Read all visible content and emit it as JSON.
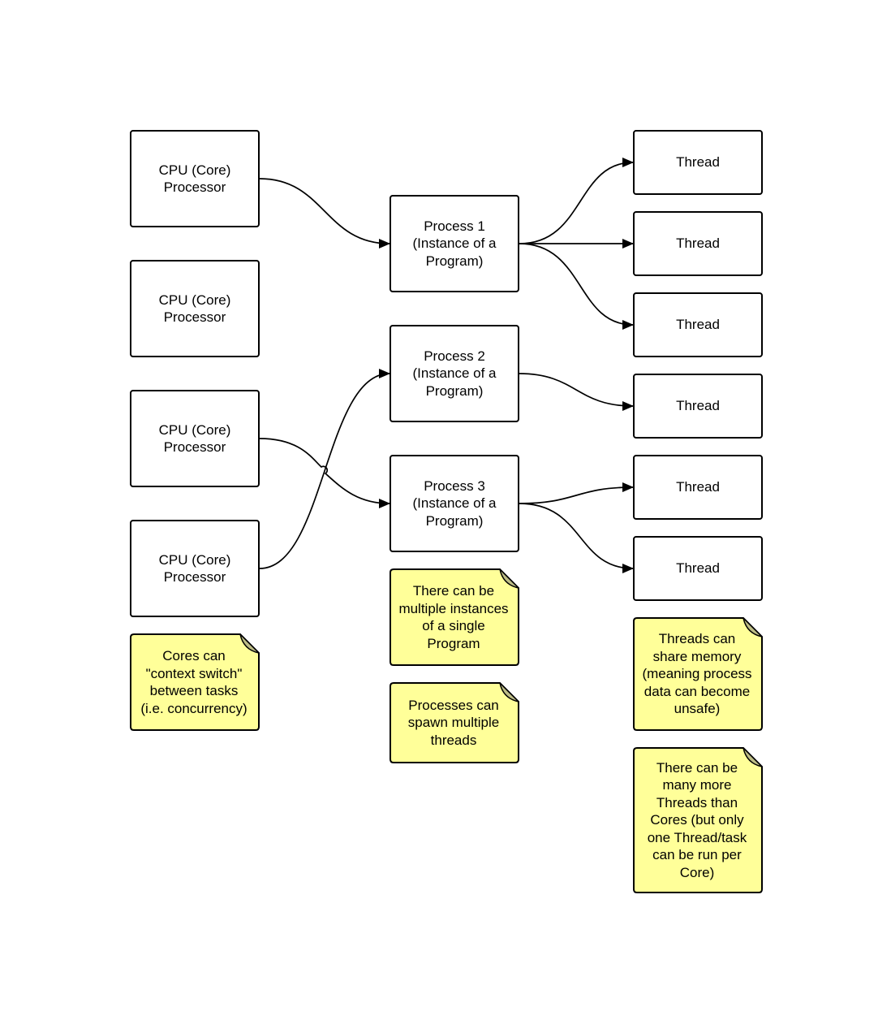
{
  "colors": {
    "stroke": "#000000",
    "box_fill": "#ffffff",
    "note_fill": "#ffff99",
    "note_fold": "#bdbd86"
  },
  "cpus": [
    {
      "label": "CPU (Core)\nProcessor"
    },
    {
      "label": "CPU (Core)\nProcessor"
    },
    {
      "label": "CPU (Core)\nProcessor"
    },
    {
      "label": "CPU (Core)\nProcessor"
    }
  ],
  "processes": [
    {
      "label": "Process 1\n(Instance of a\nProgram)"
    },
    {
      "label": "Process 2\n(Instance of a\nProgram)"
    },
    {
      "label": "Process 3\n(Instance of a\nProgram)"
    }
  ],
  "threads": [
    {
      "label": "Thread"
    },
    {
      "label": "Thread"
    },
    {
      "label": "Thread"
    },
    {
      "label": "Thread"
    },
    {
      "label": "Thread"
    },
    {
      "label": "Thread"
    }
  ],
  "notes": {
    "cores": "Cores can\n\"context switch\"\nbetween tasks\n(i.e. concurrency)",
    "instances": "There can be\nmultiple instances\nof a single\nProgram",
    "spawn": "Processes can\nspawn multiple\nthreads",
    "share_memory": "Threads can\nshare memory\n(meaning process\ndata can become\nunsafe)",
    "more_threads": "There can be\nmany more\nThreads than\nCores (but only\none Thread/task\ncan be run per\nCore)"
  }
}
